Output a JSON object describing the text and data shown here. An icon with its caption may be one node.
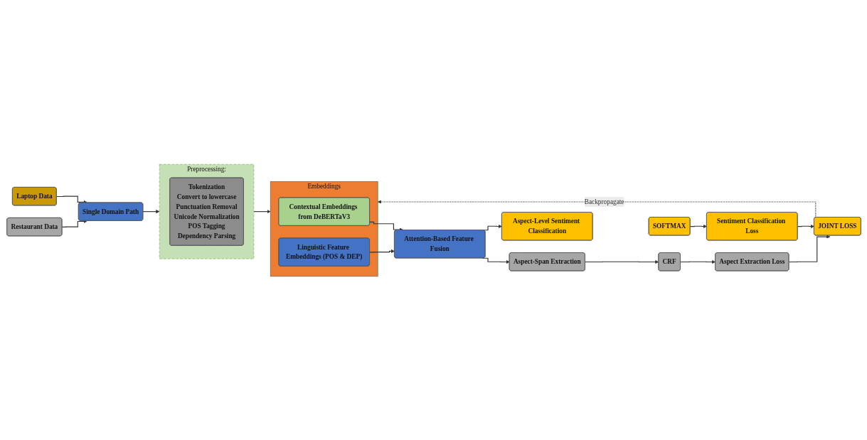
{
  "diagram": {
    "nodes": [
      {
        "text": [
          "Restaurant Data"
        ]
      },
      {
        "text": [
          "Laptop Data"
        ]
      },
      {
        "text": [
          "Single Domain Path"
        ]
      },
      {
        "text": [
          "Preprocessing:"
        ]
      },
      {
        "text": [
          "Tokenization",
          "Convert to lowercase",
          "Punctuation Removal",
          "Unicode Normalization",
          "POS Tagging",
          "Dependency Parsing"
        ],
        "in": 3
      },
      {
        "text": [
          "Embeddings"
        ]
      },
      {
        "text": [
          "Contextual Embeddings from DeBERTaV3"
        ],
        "in": 5
      },
      {
        "text": [
          "Linguistic Feature Embeddings (POS & DEP)"
        ],
        "in": 5
      },
      {
        "text": [
          "Attention-Based Feature Fusion"
        ]
      },
      {
        "text": [
          "Aspect-Span Extraction"
        ]
      },
      {
        "text": [
          "CRF"
        ]
      },
      {
        "text": [
          "Aspect Extraction Loss"
        ]
      },
      {
        "text": [
          "Aspect-Level Sentiment Classification"
        ]
      },
      {
        "text": [
          "SOFTMAX"
        ]
      },
      {
        "text": [
          "Sentiment Classification Loss"
        ]
      },
      {
        "text": [
          "JOINT LOSS"
        ]
      }
    ],
    "edges": [
      {
        "from": 0,
        "to": 2,
        "arrow": "to"
      },
      {
        "from": 1,
        "to": 2,
        "arrow": "to"
      },
      {
        "from": 2,
        "to": 3,
        "arrow": "to"
      },
      {
        "from": 3,
        "to": 5,
        "arrow": "to"
      },
      {
        "from": 6,
        "to": 8,
        "arrow": "to"
      },
      {
        "from": 7,
        "to": 8,
        "arrow": "to"
      },
      {
        "from": 8,
        "to": 9,
        "arrow": "to"
      },
      {
        "from": 8,
        "to": 12,
        "arrow": "to"
      },
      {
        "from": 9,
        "to": 10,
        "arrow": "to"
      },
      {
        "from": 10,
        "to": 11,
        "arrow": "to"
      },
      {
        "from": 11,
        "to": 15,
        "arrow": "to"
      },
      {
        "from": 13,
        "to": 14,
        "arrow": "to"
      },
      {
        "from": 14,
        "to": 15,
        "arrow": "to"
      },
      {
        "from": 15,
        "to": 5,
        "arrow": "to",
        "label": "Backpropagate",
        "style": "dashed"
      }
    ]
  }
}
